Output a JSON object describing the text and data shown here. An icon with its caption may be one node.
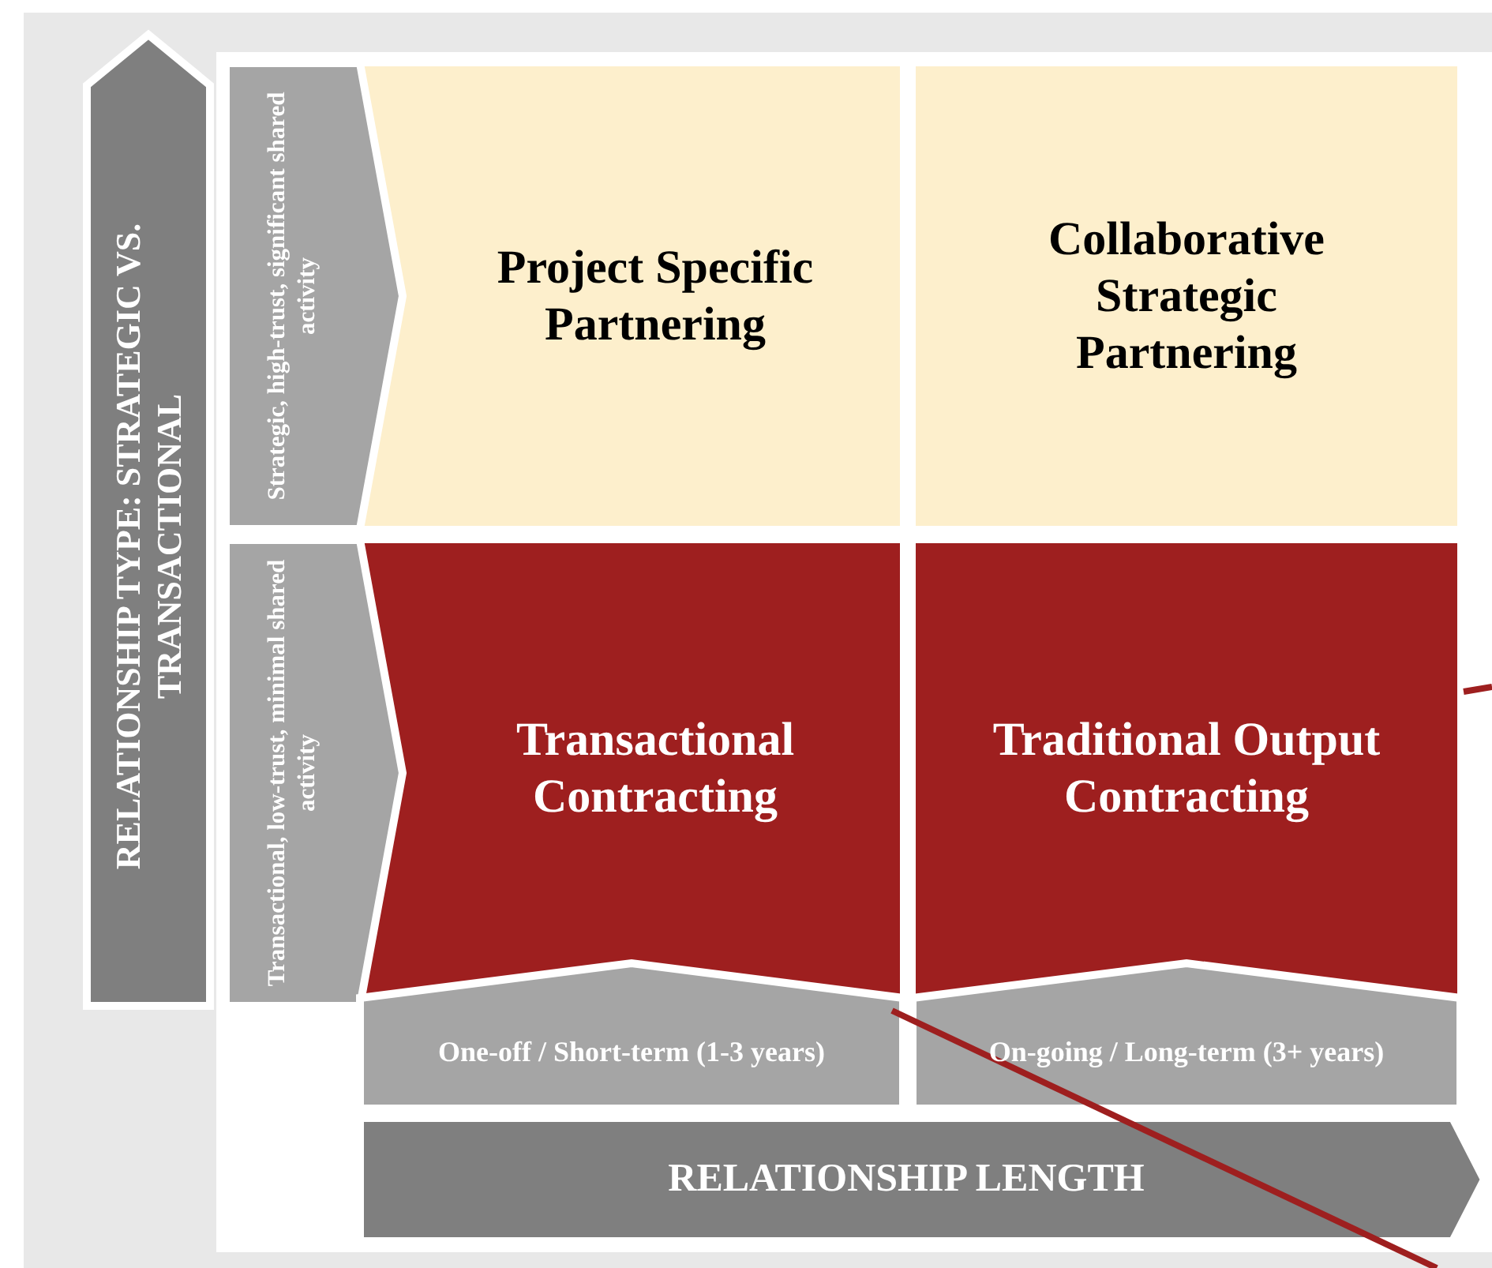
{
  "diagram": {
    "nodes": [
      {
        "text": [
          "RELATIONSHIP TYPE: STRATEGIC VS. TRANSACTIONAL"
        ]
      },
      {
        "text": [
          "Strategic, high-trust, significant shared activity"
        ]
      },
      {
        "text": [
          "Transactional, low-trust, minimal shared activity"
        ]
      },
      {
        "text": [
          "Project Specific Partnering"
        ]
      },
      {
        "text": [
          "Collaborative Strategic Partnering"
        ]
      },
      {
        "text": [
          "Transactional Contracting"
        ]
      },
      {
        "text": [
          "Traditional Output Contracting"
        ]
      },
      {
        "text": [
          "One-off / Short-term (1-3 years)"
        ]
      },
      {
        "text": [
          "On-going / Long-term (3+ years)"
        ]
      },
      {
        "text": [
          "RELATIONSHIP LENGTH"
        ]
      }
    ]
  }
}
